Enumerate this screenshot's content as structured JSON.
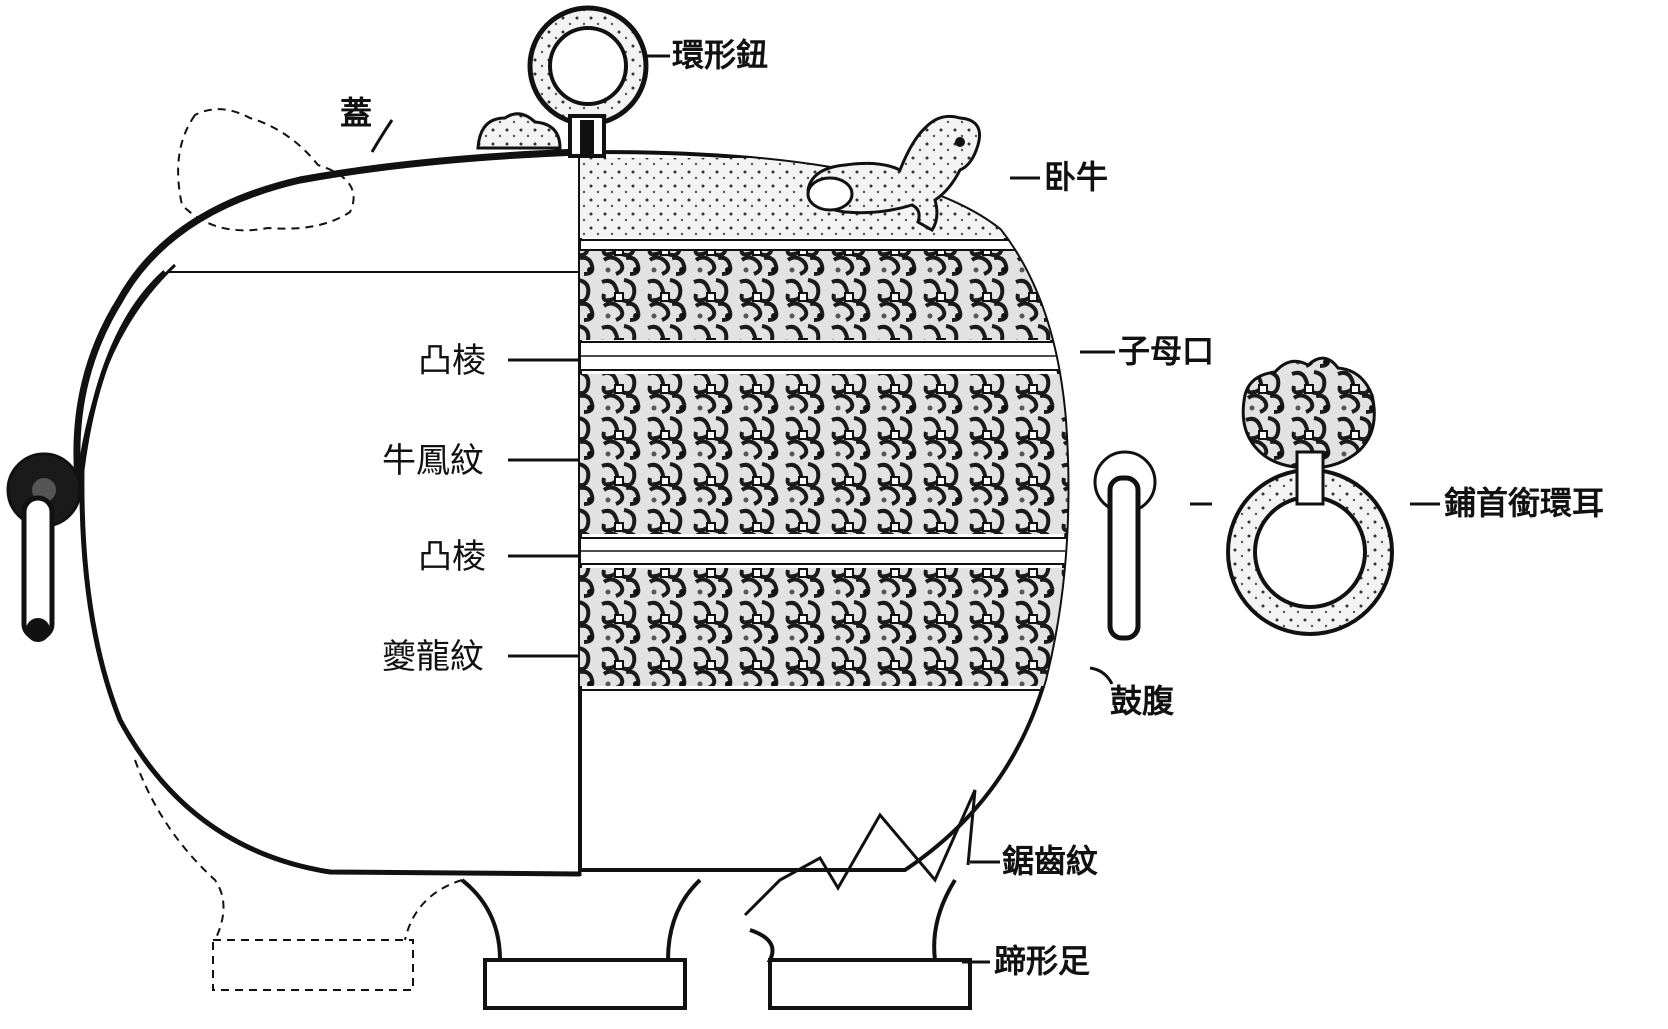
{
  "colors": {
    "ink": "#111111",
    "paper": "#ffffff",
    "decor_dark": "#2a2a2a",
    "decor_light": "#dcdcdc"
  },
  "labels": {
    "huan_xing_niu": "環形鈕",
    "gai": "蓋",
    "wo_niu": "卧牛",
    "zi_mu_kou": "子母口",
    "tu_leng_1": "凸棱",
    "niu_feng_wen": "牛鳳紋",
    "tu_leng_2": "凸棱",
    "kui_long_wen": "夔龍紋",
    "pu_shou_xian_huan_er": "鋪首銜環耳",
    "gu_fu": "鼓腹",
    "ju_chi_wen": "鋸齒紋",
    "ti_xing_zu": "蹄形足"
  }
}
